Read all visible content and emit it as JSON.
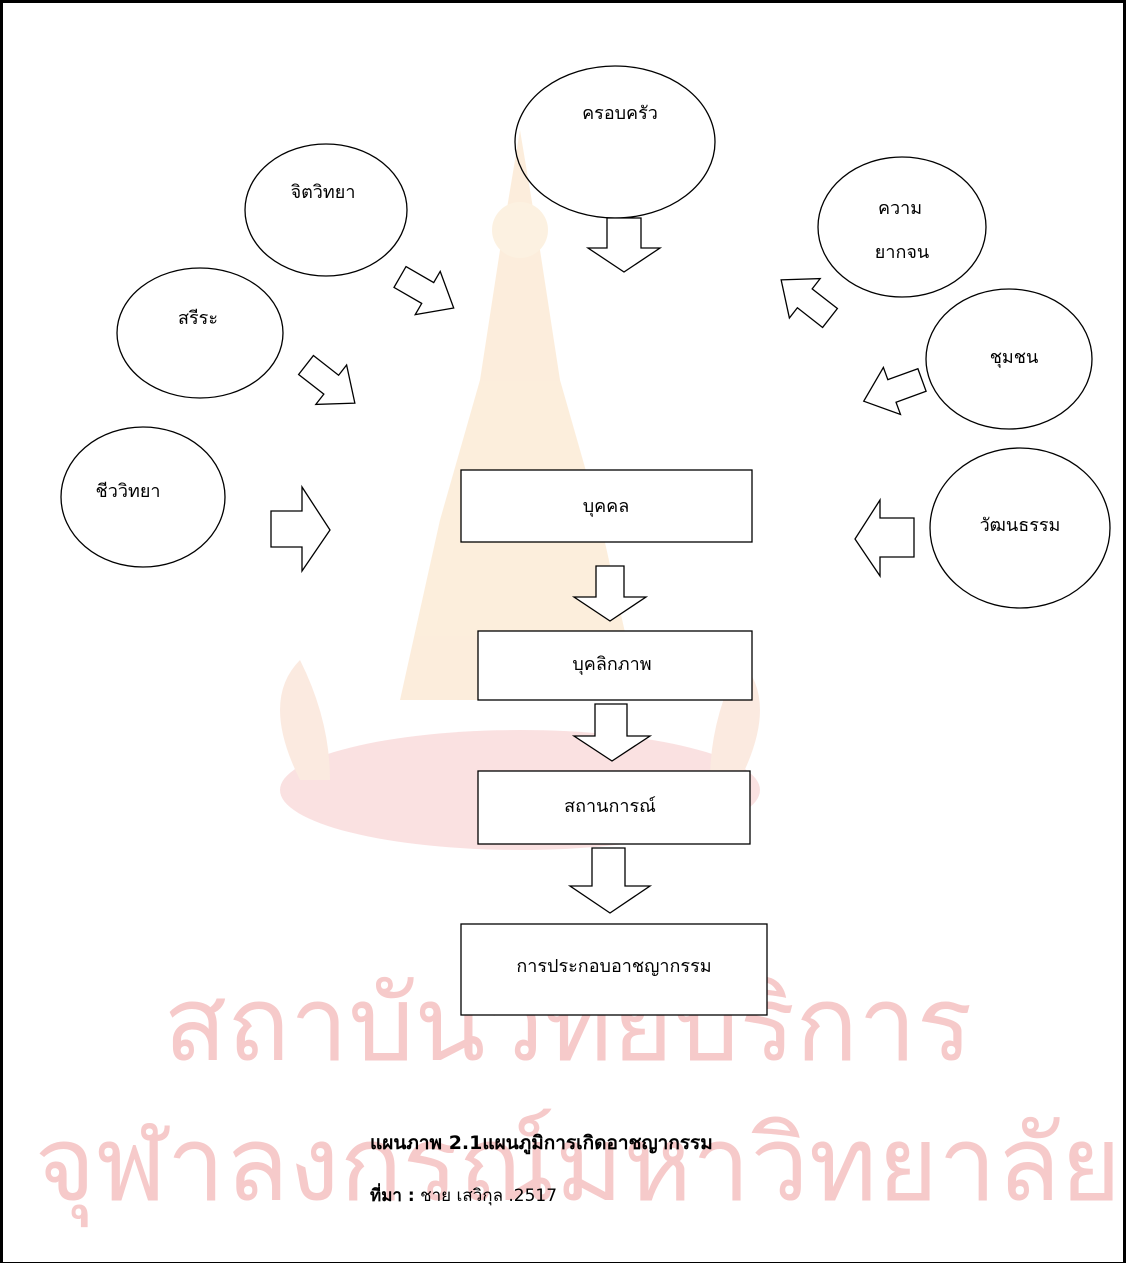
{
  "diagram": {
    "influences": [
      {
        "id": "family",
        "label": "ครอบครัว"
      },
      {
        "id": "psychology",
        "label": "จิตวิทยา"
      },
      {
        "id": "physical",
        "label": "สรีระ"
      },
      {
        "id": "biology",
        "label": "ชีววิทยา"
      },
      {
        "id": "poverty",
        "label_line1": "ความ",
        "label_line2": "ยากจน"
      },
      {
        "id": "community",
        "label": "ชุมชน"
      },
      {
        "id": "culture",
        "label": "วัฒนธรรม"
      }
    ],
    "flow": [
      {
        "id": "person",
        "label": "บุคคล"
      },
      {
        "id": "personality",
        "label": "บุคลิกภาพ"
      },
      {
        "id": "situation",
        "label": "สถานการณ์"
      },
      {
        "id": "crime",
        "label": "การประกอบอาชญากรรม"
      }
    ]
  },
  "caption": {
    "title": "แผนภาพ 2.1แผนภูมิการเกิดอาชญากรรม",
    "source_label": "ที่มา :",
    "source_text": "ชาย เสวิกุล .2517"
  },
  "watermark": {
    "line1": "สถาบันวิทยบริการ",
    "line2": "จุฬาลงกรณ์มหาวิทยาลัย",
    "color": "#f7c9c9"
  }
}
